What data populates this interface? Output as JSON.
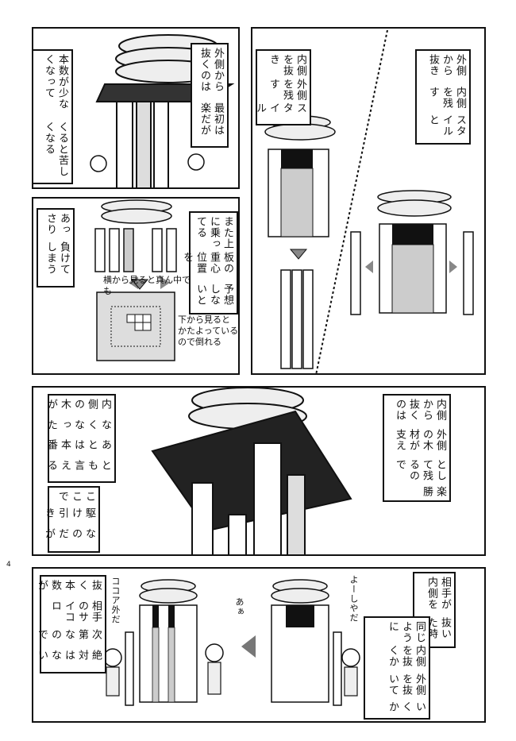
{
  "page_number": "4",
  "panel1": {
    "bubble_a": [
      "外側から抜くのは",
      "最初は楽だが"
    ],
    "bubble_b": [
      "本数が少なくなって",
      "くると苦しくなる"
    ]
  },
  "panel2": {
    "bubble_a": [
      "外側から抜き",
      "内側を残す",
      "スタイルと"
    ],
    "bubble_b": [
      "内側を抜き",
      "外側を残す",
      "スタイル"
    ]
  },
  "panel3": {
    "bubble_a": [
      "また上に乗ってる",
      "板の重心位置を",
      "予想しないと"
    ],
    "bubble_b": [
      "あっさり",
      "負けてしまう"
    ],
    "note_top": "横から見ると真ん中でも",
    "note_bottom": [
      "下から見ると",
      "かたよっている",
      "ので倒れる"
    ]
  },
  "panel4": {
    "bubble_a": [
      "内側から抜くのは",
      "外側の木材が支え",
      "として残るので",
      "楽勝"
    ],
    "bubble_b": [
      "内側の木が",
      "なくなった",
      "あとは本番",
      "とも言える"
    ],
    "bubble_c": [
      "ここで",
      "駆け引き",
      "なのだが"
    ]
  },
  "panel5": {
    "bubble_a": [
      "相手が内側を",
      "抜いた時"
    ],
    "bubble_b": [
      "同じように",
      "内側を抜くか",
      "外側を抜いて",
      "いくか"
    ],
    "bubble_c": [
      "抜く本数が",
      "相手のサイコロ",
      "次第なので",
      "絶対はない"
    ],
    "sfx_a": "よーしやだ",
    "sfx_b": "ココア外だ",
    "sfx_c": "あぁ"
  }
}
